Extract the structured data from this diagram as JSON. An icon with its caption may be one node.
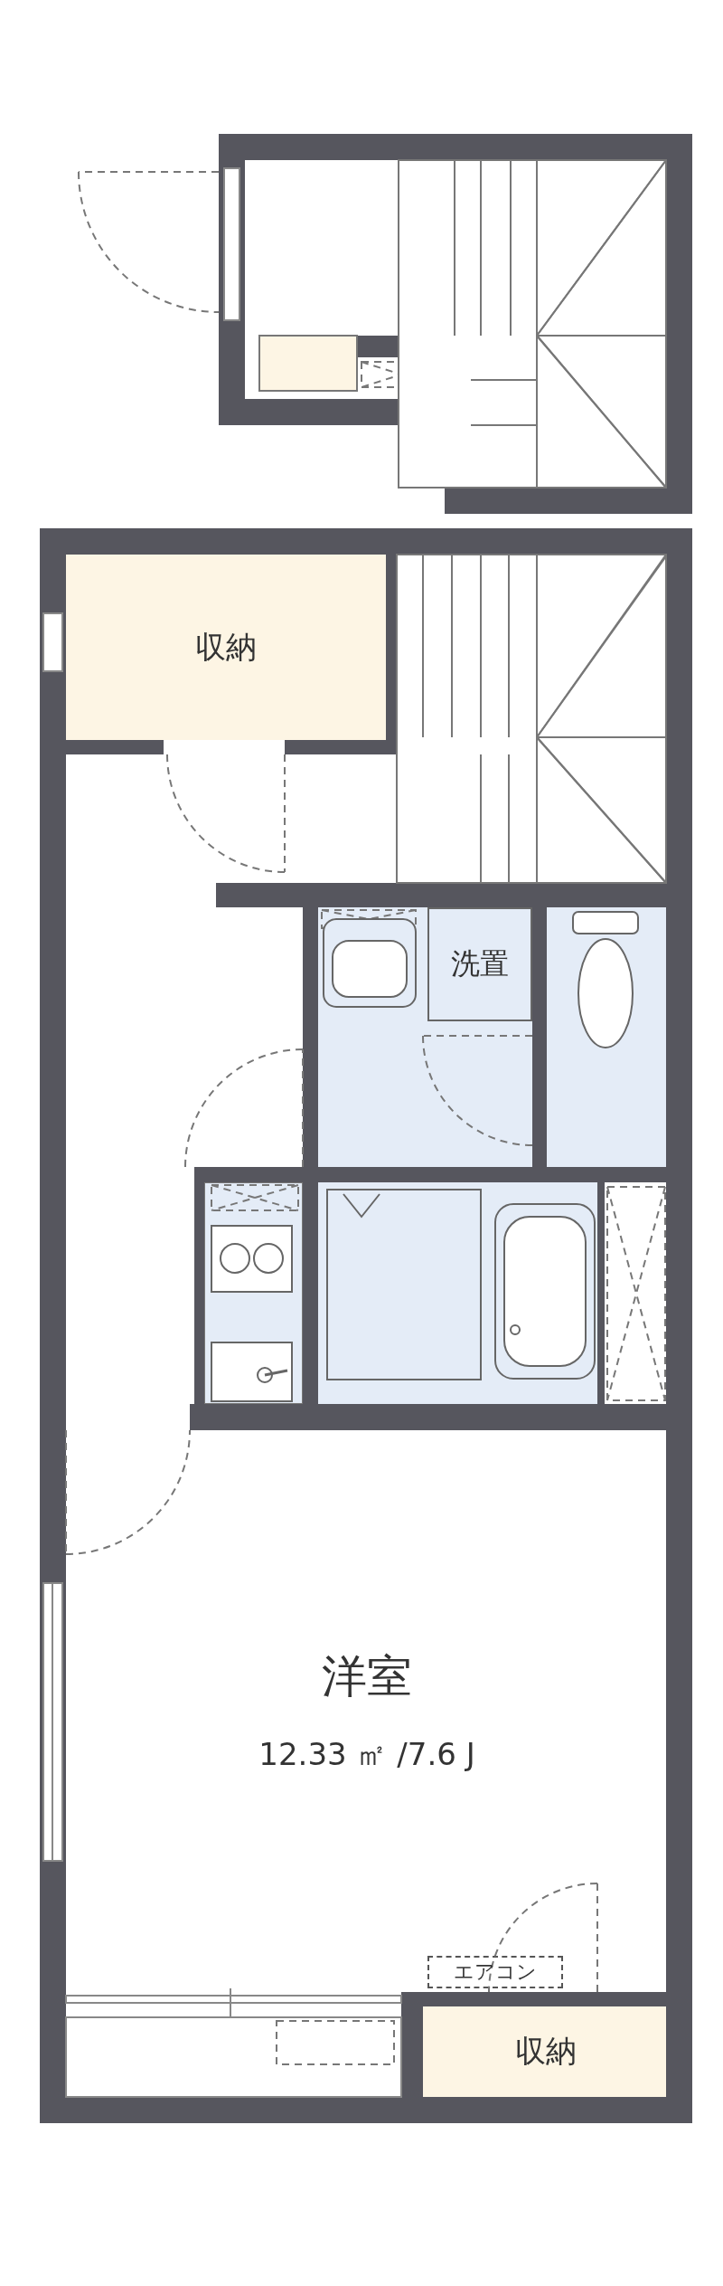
{
  "diagram": {
    "nodes": [
      {
        "text": [
          "収納"
        ]
      },
      {
        "text": [
          "洗置"
        ]
      },
      {
        "text": [
          "洋室",
          "12.33 ㎡ /7.6 J"
        ]
      },
      {
        "text": [
          "エアコン"
        ],
        "in": 2
      },
      {
        "text": [
          "収納"
        ]
      }
    ]
  }
}
